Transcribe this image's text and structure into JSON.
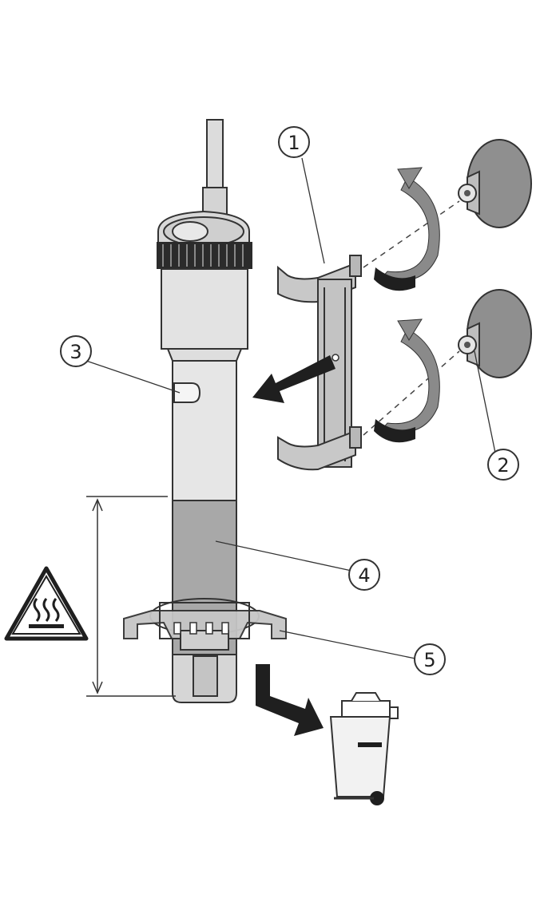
{
  "callouts": [
    {
      "id": 1,
      "label": "1",
      "part": "holder-clip"
    },
    {
      "id": 2,
      "label": "2",
      "part": "suction-cup"
    },
    {
      "id": 3,
      "label": "3",
      "part": "fill-window"
    },
    {
      "id": 4,
      "label": "4",
      "part": "fill-level"
    },
    {
      "id": 5,
      "label": "5",
      "part": "stand-foot"
    }
  ],
  "icons": {
    "warning": "hot-surface-warning-icon",
    "disposal": "waste-bin-icon"
  },
  "colors": {
    "line": "#333333",
    "tube_light": "#e4e4e4",
    "tube_dark": "#a9a9a9",
    "part_grey": "#c8c8c8",
    "arrow_grey": "#8a8a8a"
  }
}
